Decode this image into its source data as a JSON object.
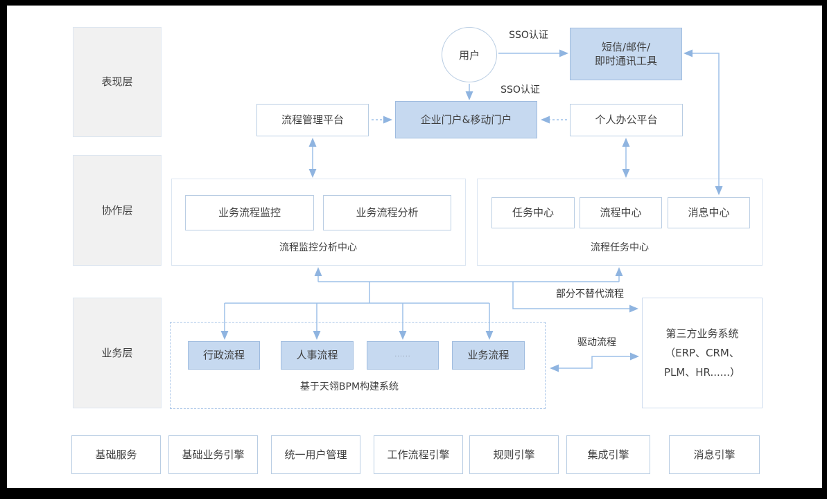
{
  "layers": {
    "presentation": "表现层",
    "collaboration": "协作层",
    "business": "业务层"
  },
  "top": {
    "user": "用户",
    "sso_top": "SSO认证",
    "sso_mid": "SSO认证",
    "sms_line1": "短信/邮件/",
    "sms_line2": "即时通讯工具",
    "process_mgmt": "流程管理平台",
    "portal": "企业门户&移动门户",
    "personal_office": "个人办公平台"
  },
  "collaboration": {
    "monitor_center": {
      "items": [
        "业务流程监控",
        "业务流程分析"
      ],
      "caption": "流程监控分析中心"
    },
    "task_center": {
      "items": [
        "任务中心",
        "流程中心",
        "消息中心"
      ],
      "caption": "流程任务中心"
    }
  },
  "business": {
    "bpm_box": {
      "items": [
        "行政流程",
        "人事流程",
        "......",
        "业务流程"
      ],
      "caption": "基于天翎BPM构建系统"
    },
    "third_party": {
      "lines": [
        "第三方业务系统",
        "（ERP、CRM、",
        "PLM、HR......）"
      ]
    },
    "labels": {
      "partial": "部分不替代流程",
      "drive": "驱动流程"
    }
  },
  "foundation": {
    "items": [
      "基础服务",
      "基础业务引擎",
      "统一用户管理",
      "工作流程引擎",
      "规则引擎",
      "集成引擎",
      "消息引擎"
    ]
  },
  "colors": {
    "box_fill_blue": "#c6d9f0",
    "box_border_blue": "#9fbcdf",
    "line_blue": "#9dc0e8",
    "arrowhead_blue": "#8fb4e0",
    "layer_gray_fill": "#f1f1f1",
    "text": "#3f3f3f"
  }
}
